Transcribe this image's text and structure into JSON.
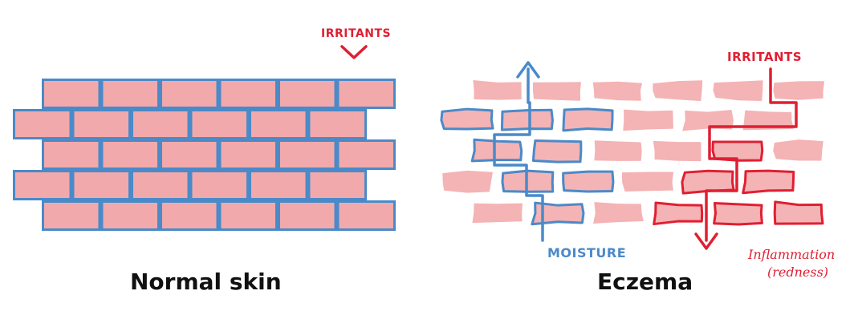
{
  "captions": {
    "normal": "Normal skin",
    "eczema": "Eczema"
  },
  "labels": {
    "irritants_normal": "IRRITANTS",
    "irritants_eczema": "IRRITANTS",
    "moisture": "MOISTURE",
    "inflammation": "Inflammation",
    "redness": "(redness)"
  },
  "colors": {
    "brick_fill": "#f2a9ab",
    "brick_fill_faded": "#f4b3b5",
    "mortar_blue": "#4a8ac9",
    "irritant_red": "#e01f32",
    "text_dark": "#111111",
    "background": "#ffffff"
  }
}
